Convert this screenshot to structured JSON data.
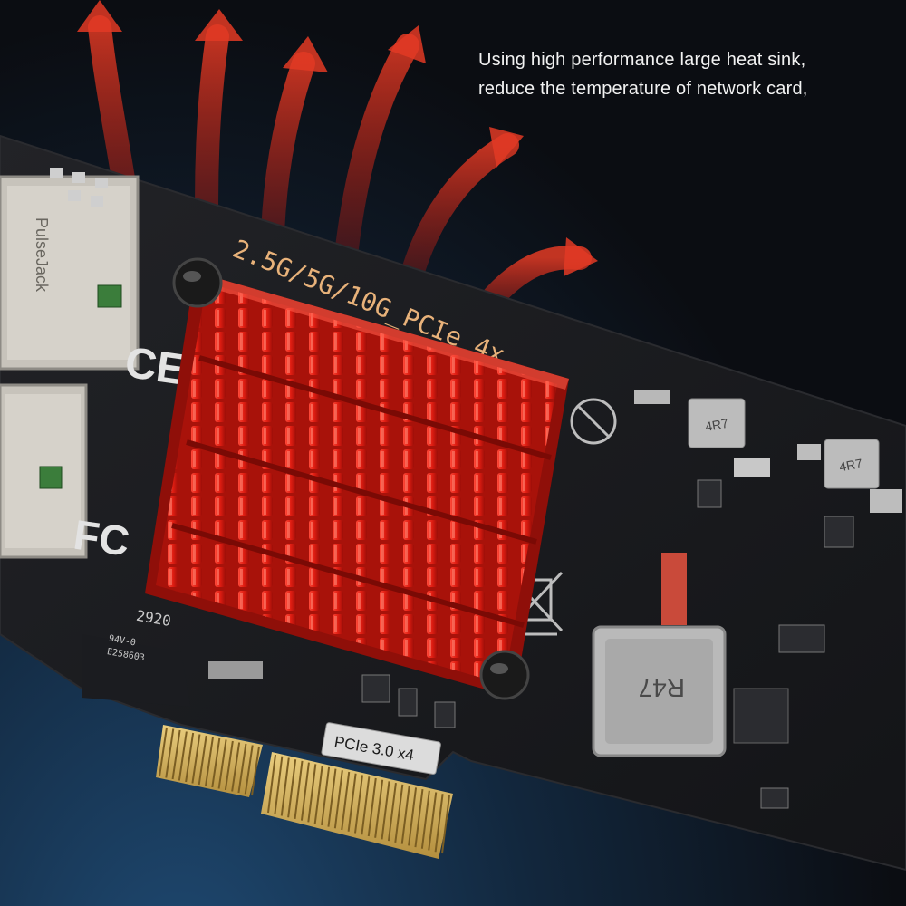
{
  "caption": {
    "line1": "Using high performance large heat sink,",
    "line2": "reduce the temperature of network card,"
  },
  "board": {
    "silk_title": "2.5G/5G/10G_PCIe_4x",
    "slot_label": "PCIe 3.0 x4",
    "cert_ce": "CE",
    "cert_fcc": "FC",
    "date_code": "2920",
    "ul_code": "94V-0",
    "lot_code": "E258603",
    "inductor_big": "R47",
    "inductor_small": "4R7",
    "jack_brand": "PulseJack",
    "colors": {
      "heatsink": "#e01d12",
      "pcb": "#17181b",
      "gold": "#d4b25c"
    }
  }
}
